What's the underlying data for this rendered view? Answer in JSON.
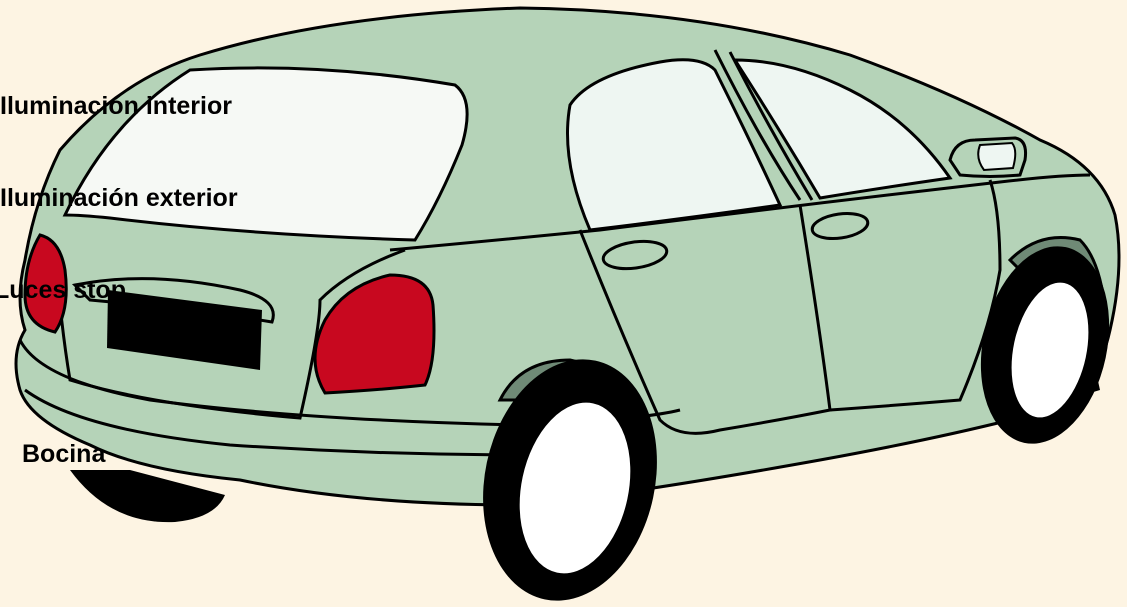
{
  "labels": {
    "interior": "Iluminación interior",
    "exterior": "Iluminación exterior",
    "stop": "Luces stop",
    "horn": "Bocina"
  },
  "colors": {
    "background": "#fdf4e3",
    "body": "#b5d3b8",
    "window": "#eef6f2",
    "rear_glass": "#f6f9f5",
    "tail_light": "#c8081f",
    "wheel_arch": "#6f8a76",
    "tire": "#000000",
    "wheel_cap": "#ffffff"
  }
}
